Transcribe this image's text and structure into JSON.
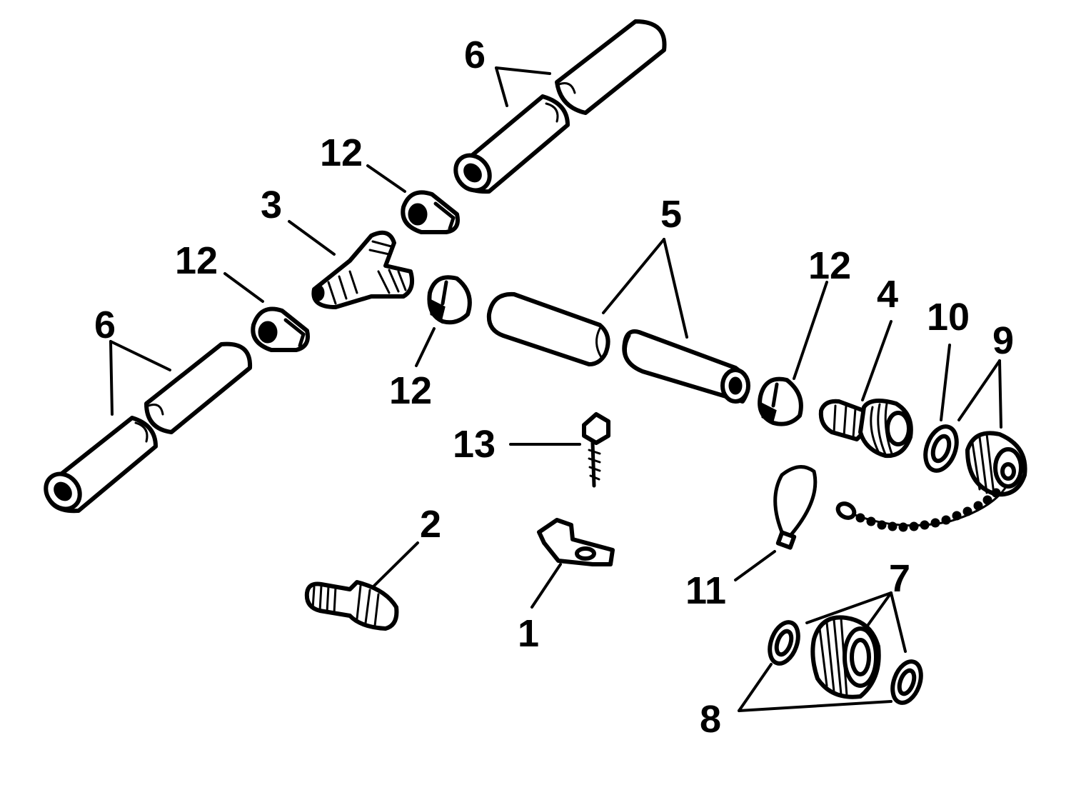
{
  "callouts": {
    "c1": "1",
    "c2": "2",
    "c3": "3",
    "c4": "4",
    "c5": "5",
    "c6_top": "6",
    "c6_left": "6",
    "c7": "7",
    "c8": "8",
    "c9": "9",
    "c10": "10",
    "c11": "11",
    "c12_top": "12",
    "c12_left": "12",
    "c12_mid": "12",
    "c12_right": "12",
    "c13": "13"
  }
}
